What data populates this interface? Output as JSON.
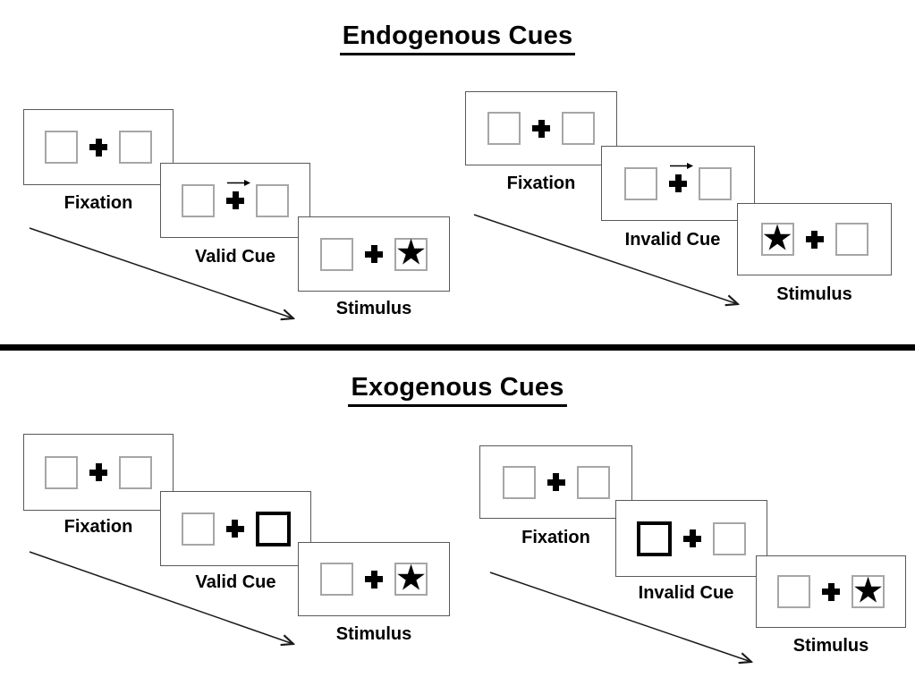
{
  "glyphs": {
    "star": "★"
  },
  "colors": {
    "panel_border": "#595959",
    "placeholder_border": "#a6a6a6",
    "cue_highlight": "#000000",
    "ink": "#000000"
  },
  "sections": [
    {
      "title": "Endogenous Cues",
      "cue_style": "central right-pointing arrow above fixation cross",
      "sequences": [
        {
          "name": "valid",
          "panels": [
            {
              "label": "Fixation",
              "left_box": "empty",
              "center": "cross",
              "right_box": "empty"
            },
            {
              "label": "Valid Cue",
              "left_box": "empty",
              "center": "cross-with-right-arrow",
              "right_box": "empty"
            },
            {
              "label": "Stimulus",
              "left_box": "empty",
              "center": "cross",
              "right_box": "star"
            }
          ]
        },
        {
          "name": "invalid",
          "panels": [
            {
              "label": "Fixation",
              "left_box": "empty",
              "center": "cross",
              "right_box": "empty"
            },
            {
              "label": "Invalid Cue",
              "left_box": "empty",
              "center": "cross-with-right-arrow",
              "right_box": "empty"
            },
            {
              "label": "Stimulus",
              "left_box": "star",
              "center": "cross",
              "right_box": "empty"
            }
          ]
        }
      ]
    },
    {
      "title": "Exogenous Cues",
      "cue_style": "peripheral box highlighted with thick black border",
      "sequences": [
        {
          "name": "valid",
          "panels": [
            {
              "label": "Fixation",
              "left_box": "empty",
              "center": "cross",
              "right_box": "empty"
            },
            {
              "label": "Valid Cue",
              "left_box": "empty",
              "center": "cross",
              "right_box": "highlighted"
            },
            {
              "label": "Stimulus",
              "left_box": "empty",
              "center": "cross",
              "right_box": "star"
            }
          ]
        },
        {
          "name": "invalid",
          "panels": [
            {
              "label": "Fixation",
              "left_box": "empty",
              "center": "cross",
              "right_box": "empty"
            },
            {
              "label": "Invalid Cue",
              "left_box": "highlighted",
              "center": "cross",
              "right_box": "empty"
            },
            {
              "label": "Stimulus",
              "left_box": "empty",
              "center": "cross",
              "right_box": "star"
            }
          ]
        }
      ]
    }
  ]
}
